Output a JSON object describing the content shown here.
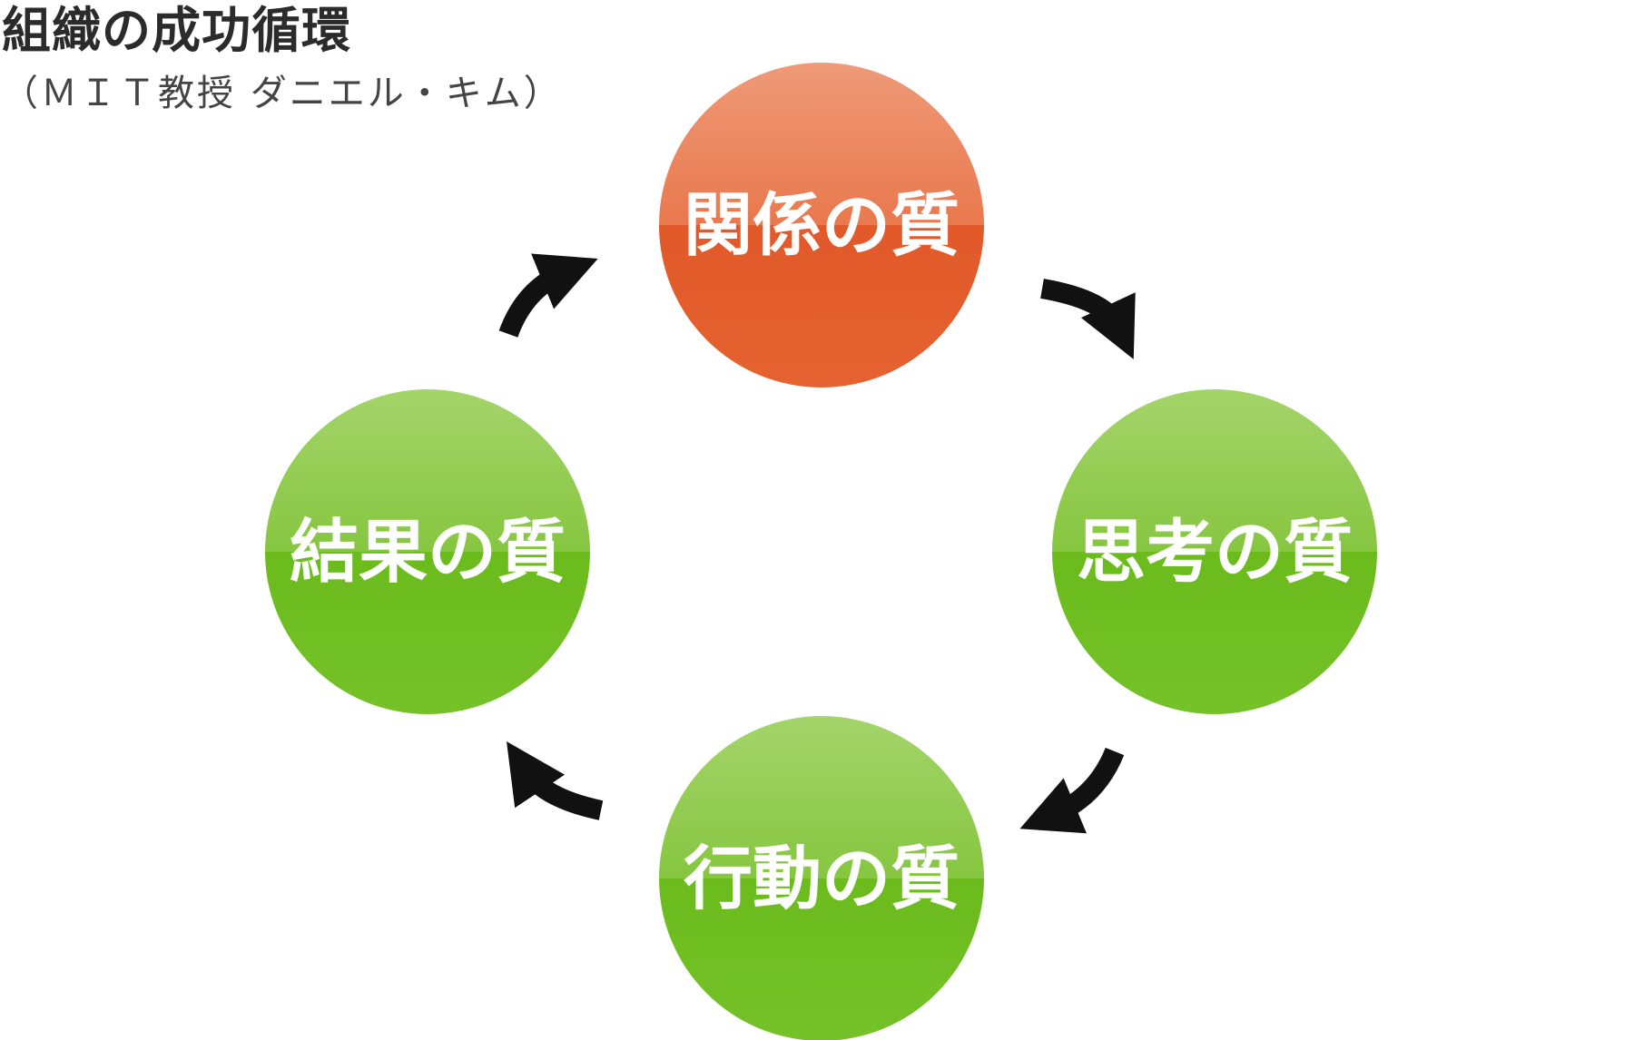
{
  "title": "組織の成功循環",
  "subtitle": "（ＭＩＴ教授 ダニエル・キム）",
  "colors": {
    "highlight": "#e8612c",
    "node": "#6fbe22",
    "arrow": "#111111",
    "label": "#ffffff"
  },
  "cycle": [
    {
      "id": "relationship",
      "label": "関係の質",
      "highlight": true
    },
    {
      "id": "thinking",
      "label": "思考の質",
      "highlight": false
    },
    {
      "id": "action",
      "label": "行動の質",
      "highlight": false
    },
    {
      "id": "result",
      "label": "結果の質",
      "highlight": false
    }
  ],
  "arrow_icon": "curved-arrow-icon"
}
